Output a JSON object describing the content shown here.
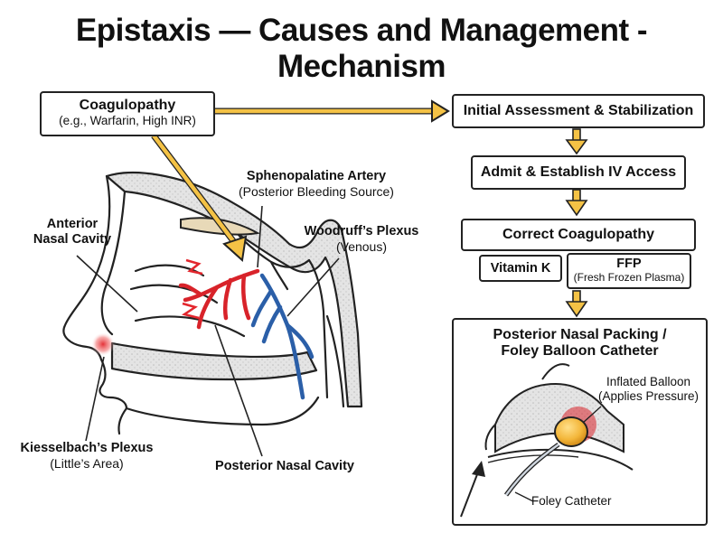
{
  "title": "Epistaxis — Causes and Management - Mechanism",
  "cause_box": {
    "title": "Coagulopathy",
    "subtitle": "(e.g., Warfarin, High INR)"
  },
  "anatomy_labels": {
    "anterior": "Anterior\nNasal Cavity",
    "sphenopalatine_title": "Sphenopalatine Artery",
    "sphenopalatine_sub": "(Posterior Bleeding Source)",
    "woodruff_title": "Woodruff’s Plexus",
    "woodruff_sub": "(Venous)",
    "kiesselbach_title": "Kiesselbach’s Plexus",
    "kiesselbach_sub": "(Little’s Area)",
    "posterior": "Posterior Nasal Cavity"
  },
  "flow": {
    "step1": "Initial Assessment & Stabilization",
    "step2": "Admit & Establish IV Access",
    "step3": "Correct Coagulopathy",
    "vitamin_k": "Vitamin K",
    "ffp_title": "FFP",
    "ffp_sub": "(Fresh Frozen Plasma)",
    "packing_title": "Posterior Nasal Packing /\nFoley Balloon Catheter",
    "balloon_title": "Inflated Balloon",
    "balloon_sub": "(Applies Pressure)",
    "foley": "Foley Catheter"
  },
  "colors": {
    "arrow_fill": "#f4c245",
    "artery": "#d8232a",
    "vein": "#2b5fa8",
    "bone": "#dedede",
    "balloon": "#f3b63a"
  }
}
